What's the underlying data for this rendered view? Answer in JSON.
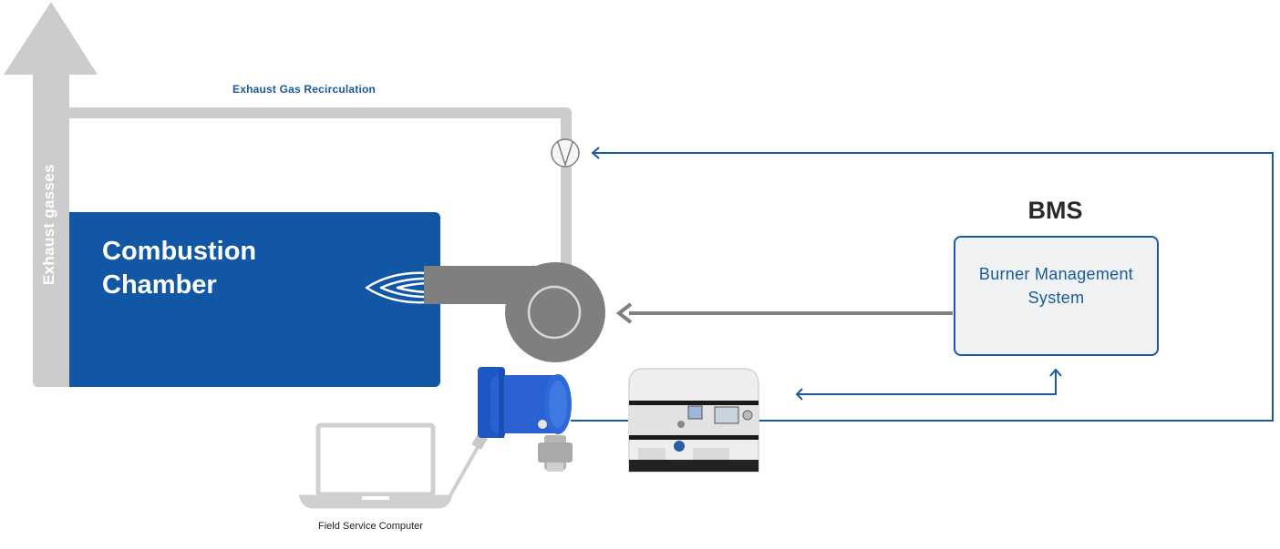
{
  "labels": {
    "egr": "Exhaust Gas Recirculation",
    "exhaust": "Exhaust gasses",
    "combustion_chamber": "Combustion Chamber",
    "bms_title": "BMS",
    "bms_box": "Burner Management System",
    "field_service_computer": "Field Service Computer"
  },
  "colors": {
    "pipe_gray": "#cccccc",
    "chamber_blue": "#1157a6",
    "signal_blue": "#1a5aa0",
    "fan_gray": "#7f7f80",
    "bms_fill": "#f1f2f4"
  },
  "icons": [
    "flame-icon",
    "damper-valve-icon",
    "fan-icon",
    "scanner-icon",
    "controller-icon",
    "laptop-icon"
  ]
}
